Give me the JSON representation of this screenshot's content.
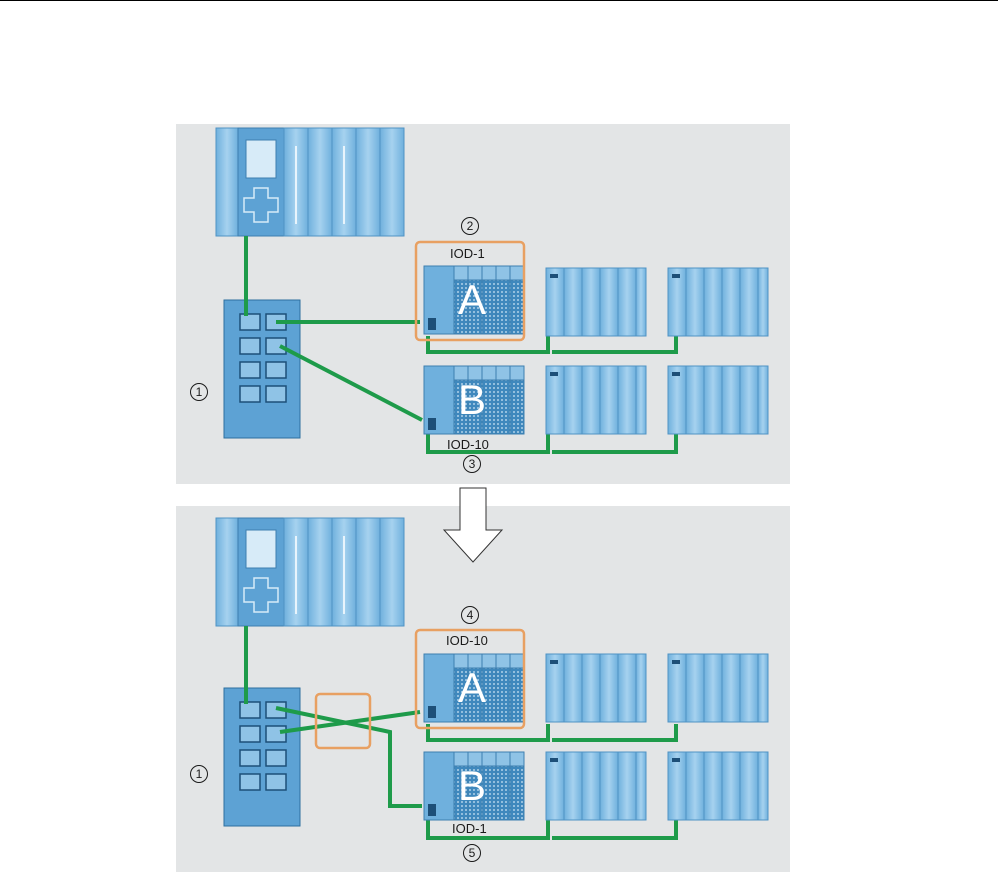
{
  "colors": {
    "panel": "#e3e5e6",
    "module": "#8fc3e6",
    "module_dark": "#4f93c4",
    "cable": "#1e9b4a",
    "highlight": "#e8a062"
  },
  "top_scenario": {
    "switch_callout": "1",
    "device_a_callout": "2",
    "device_a_name": "IOD-1",
    "device_a_letter": "A",
    "device_b_callout": "3",
    "device_b_name": "IOD-10",
    "device_b_letter": "B"
  },
  "bottom_scenario": {
    "switch_callout": "1",
    "device_a_callout": "4",
    "device_a_name": "IOD-10",
    "device_a_letter": "A",
    "device_b_callout": "5",
    "device_b_name": "IOD-1",
    "device_b_letter": "B"
  }
}
